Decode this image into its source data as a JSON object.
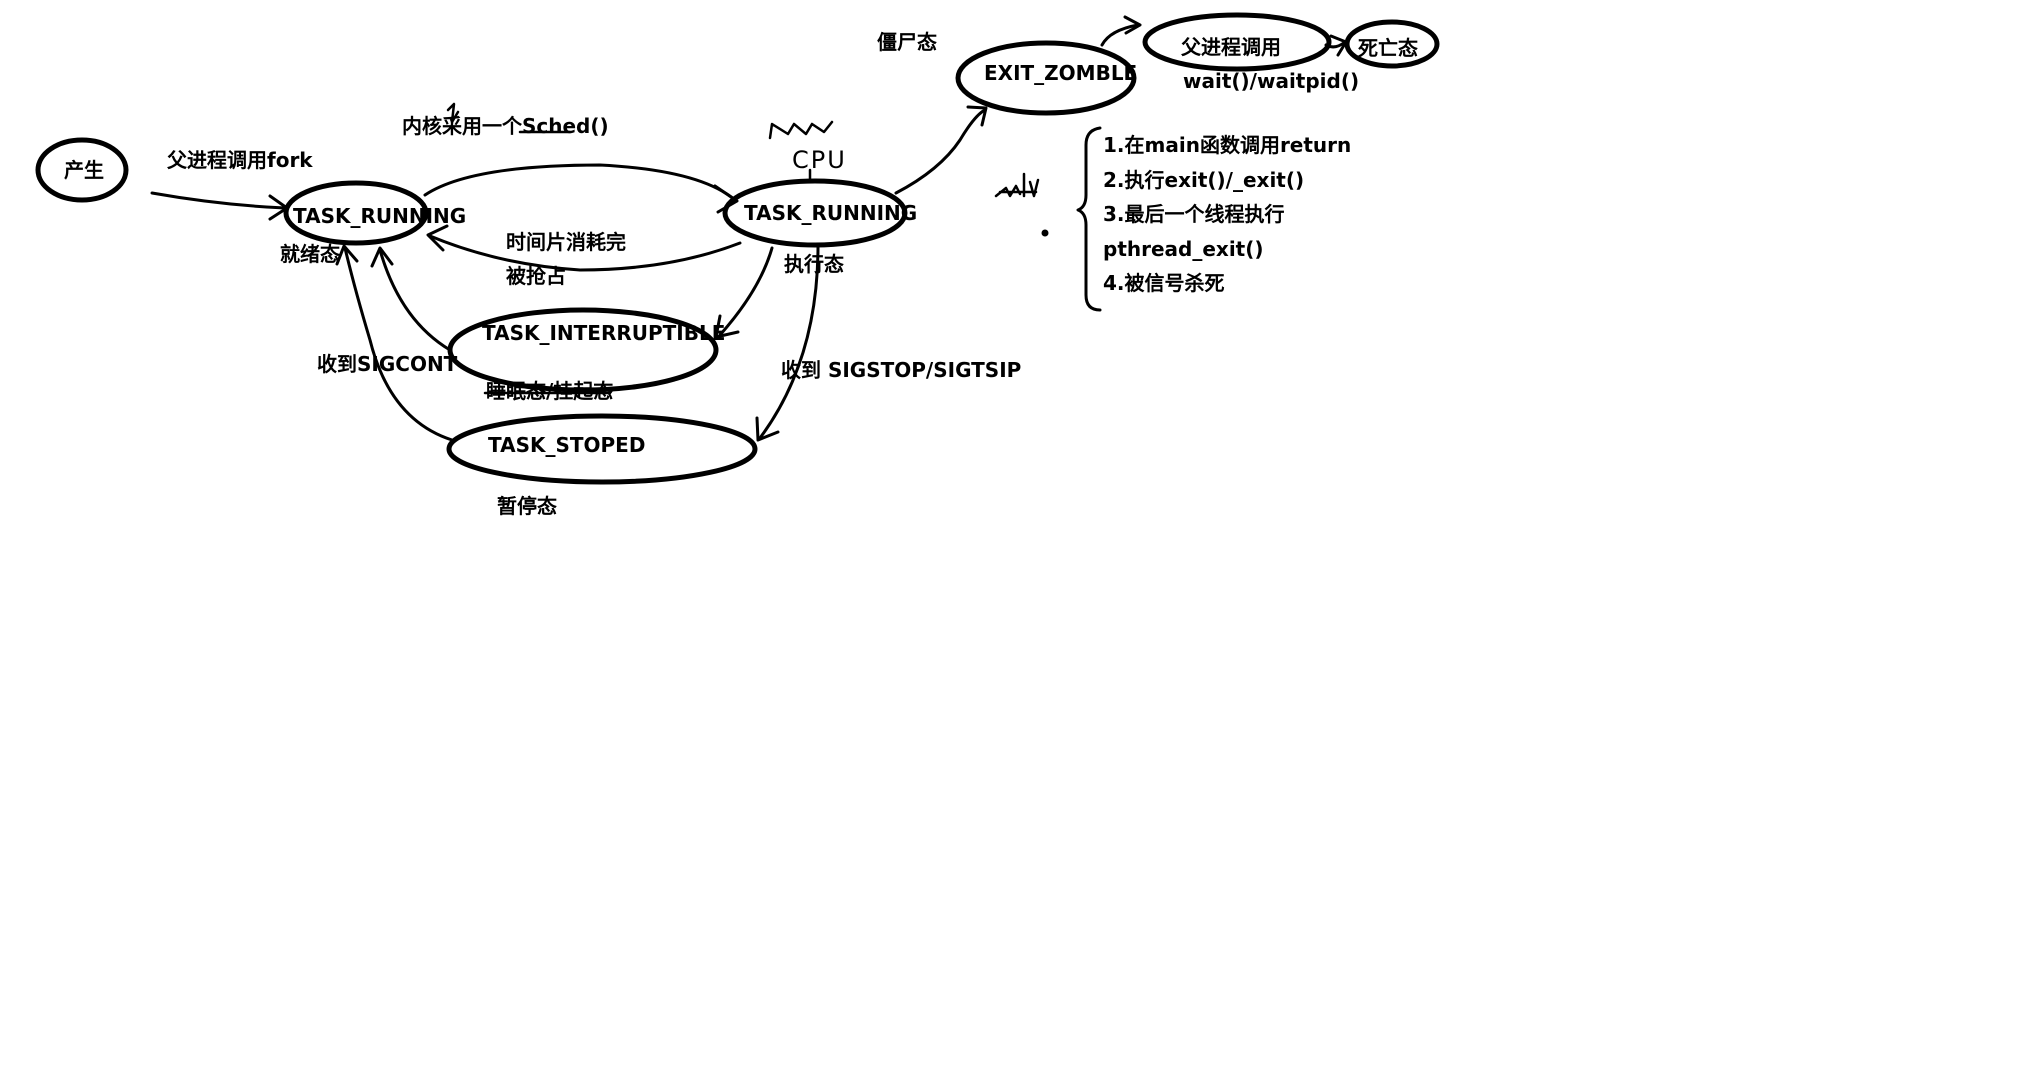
{
  "nodes": {
    "birth": "产生",
    "ready": "TASK_RUNNING",
    "exec": "TASK_RUNNING",
    "interruptible": "TASK_INTERRUPTIBLE",
    "stopped": "TASK_STOPED",
    "zombie": "EXIT_ZOMBLE",
    "parent_call": "父进程调用",
    "dead": "死亡态"
  },
  "labels": {
    "fork": "父进程调用fork",
    "ready_state": "就绪态",
    "sched": "内核采用一个Sched()",
    "time_slice": "时间片消耗完",
    "preempted": "被抢占",
    "exec_state": "执行态",
    "cpu": "CPU",
    "sleep_state": "睡眠态/挂起态",
    "sigcont": "收到SIGCONT",
    "sigstop": "收到 SIGSTOP/SIGTSIP",
    "paused_state": "暂停态",
    "zombie_state": "僵尸态",
    "wait": "wait()/waitpid()"
  },
  "exit_reasons": [
    "1.在main函数调用return",
    "2.执行exit()/_exit()",
    "3.最后一个线程执行",
    "pthread_exit()",
    "4.被信号杀死"
  ]
}
